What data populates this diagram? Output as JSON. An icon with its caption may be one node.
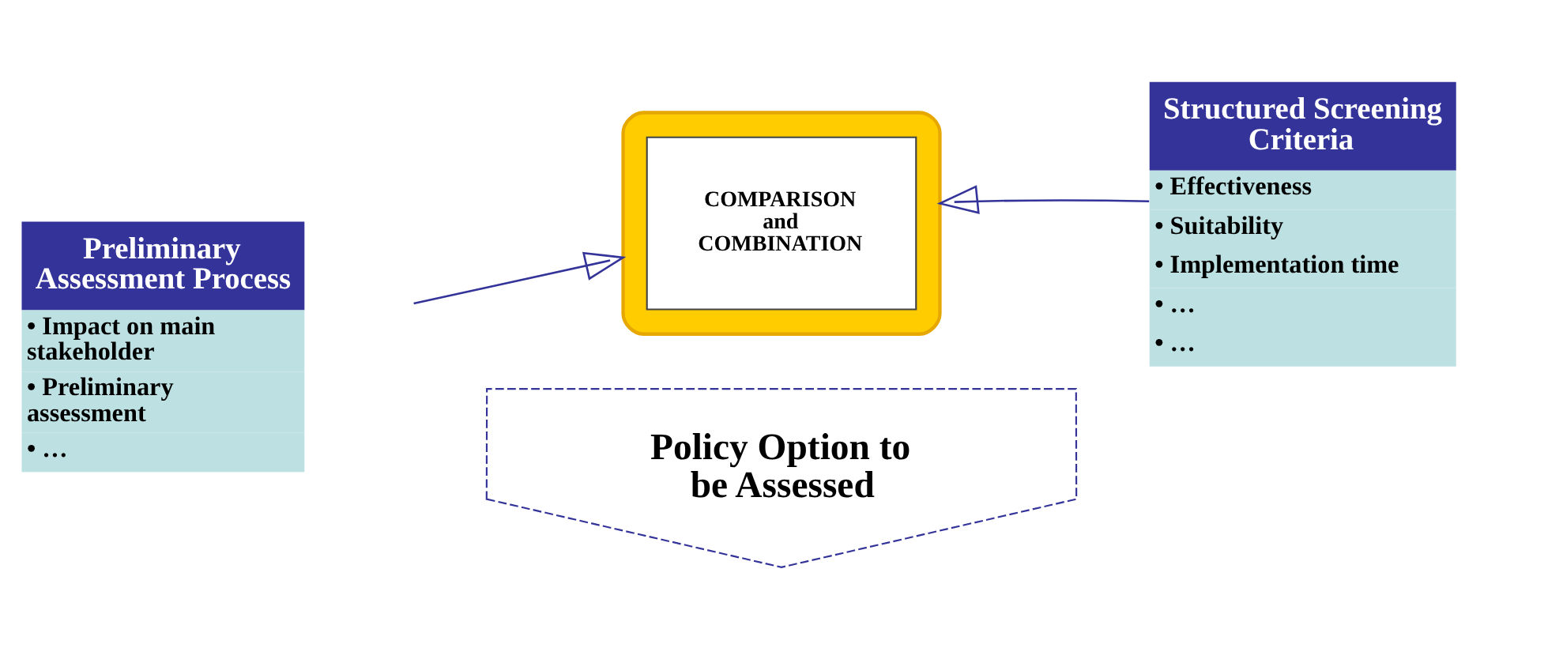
{
  "diagram": {
    "nodes": [
      {
        "text": [
          "Preliminary Assessment Process",
          "• Impact on main stakeholder",
          "• Preliminary assessment",
          "• …"
        ]
      },
      {
        "text": [],
        "shape": "box"
      },
      {
        "text": [
          "COMPARISON and COMBINATION"
        ],
        "in": 1
      },
      {
        "text": [
          "Structured Screening Criteria",
          "• Effectiveness",
          "• Suitability",
          "• Implementation time",
          "• …",
          "• …"
        ]
      },
      {
        "text": [
          "Policy Option to be Assessed"
        ]
      }
    ],
    "edges": [
      {
        "from": 0,
        "to": 1,
        "arrow": "to"
      },
      {
        "from": 3,
        "to": 1,
        "arrow": "to"
      }
    ]
  }
}
